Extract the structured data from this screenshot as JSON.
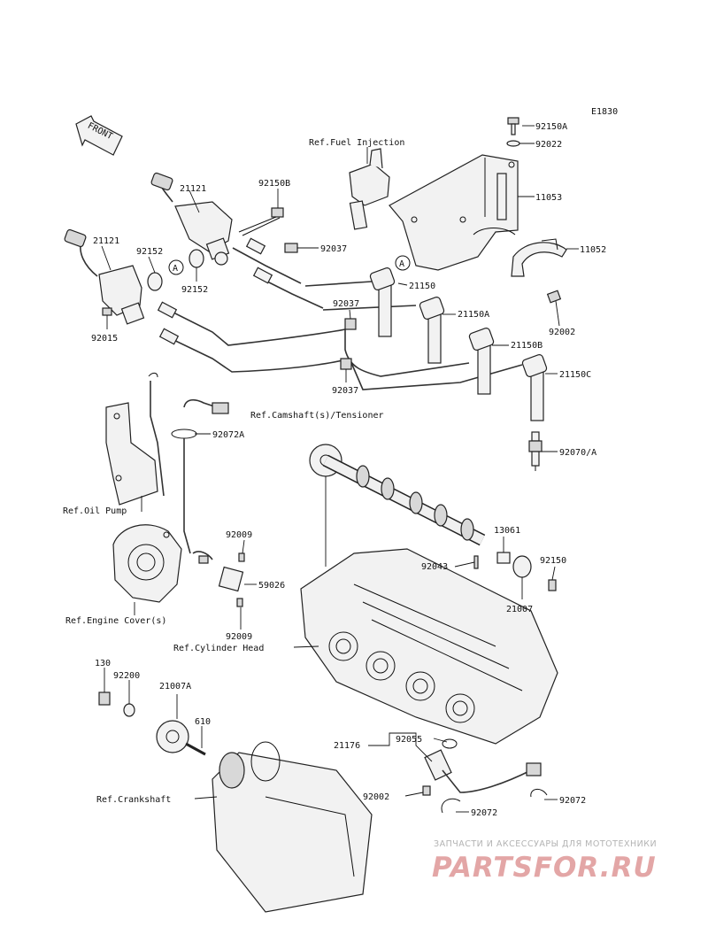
{
  "diagram_code": "E1830",
  "front_label": "FRONT",
  "watermark": {
    "subtitle": "ЗАПЧАСТИ И АКСЕССУАРЫ ДЛЯ МОТОТЕХНИКИ",
    "logo": "PARTSFOR.RU"
  },
  "callouts": {
    "p92150A": "92150A",
    "p92022": "92022",
    "refFuel": "Ref.Fuel Injection",
    "p11053": "11053",
    "p11052": "11052",
    "p92002a": "92002",
    "p21121a": "21121",
    "p92150B": "92150B",
    "p21121b": "21121",
    "p92152a": "92152",
    "p92037a": "92037",
    "p92152b": "92152",
    "p21150": "21150",
    "p92037b": "92037",
    "p21150A": "21150A",
    "p92015": "92015",
    "p21150B": "21150B",
    "p21150C": "21150C",
    "p92037c": "92037",
    "refCam": "Ref.Camshaft(s)/Tensioner",
    "p92072A": "92072A",
    "p92070A": "92070/A",
    "refOil": "Ref.Oil Pump",
    "p92009a": "92009",
    "p13061": "13061",
    "p92150": "92150",
    "p92043": "92043",
    "p59026": "59026",
    "p21007": "21007",
    "refEngine": "Ref.Engine Cover(s)",
    "p92009b": "92009",
    "refHead": "Ref.Cylinder Head",
    "p130": "130",
    "p92200": "92200",
    "p21007A": "21007A",
    "p610": "610",
    "p21176": "21176",
    "p92055": "92055",
    "refCrank": "Ref.Crankshaft",
    "p92002b": "92002",
    "p92072b": "92072",
    "p92072c": "92072",
    "circleA1": "A",
    "circleA2": "A"
  }
}
